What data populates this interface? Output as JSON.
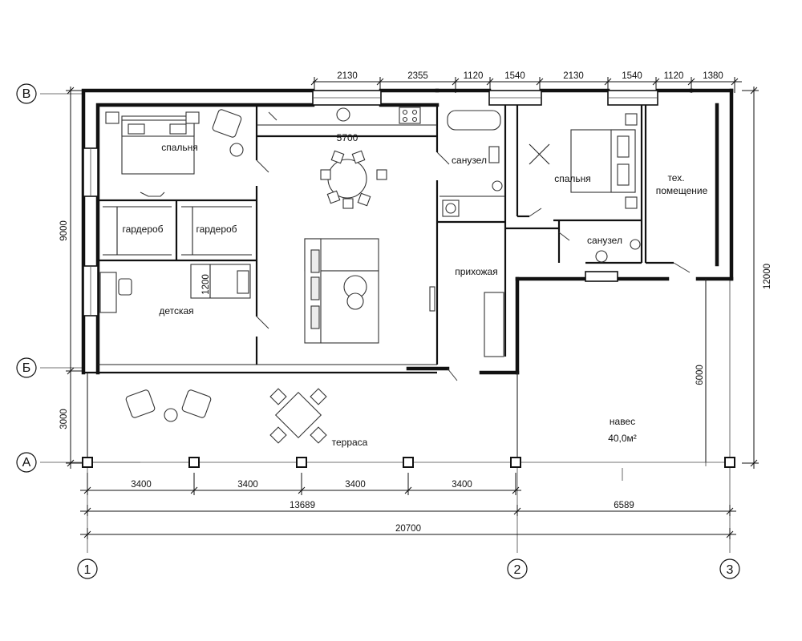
{
  "axes": {
    "rows": [
      "В",
      "Б",
      "А"
    ],
    "cols": [
      "1",
      "2",
      "3"
    ]
  },
  "rooms": {
    "bedroom_left": "спальня",
    "wardrobe_1": "гардероб",
    "wardrobe_2": "гардероб",
    "nursery": "детская",
    "living_width": "5700",
    "bathroom_1": "санузел",
    "bedroom_right": "спальня",
    "tech_room_1": "тех.",
    "tech_room_2": "помещение",
    "hall": "прихожая",
    "bathroom_2": "санузел",
    "terrace": "терраса",
    "canopy": "навес",
    "canopy_area": "40,0м²",
    "nursery_desk": "1200"
  },
  "dims_top": [
    "2130",
    "2355",
    "1120",
    "1540",
    "2130",
    "1540",
    "1120",
    "1380"
  ],
  "dims_bottom_1": [
    "3400",
    "3400",
    "3400",
    "3400"
  ],
  "dims_bottom_2": [
    "13689",
    "6589"
  ],
  "dims_bottom_3": "20700",
  "dims_left": [
    "9000",
    "3000"
  ],
  "dims_right": [
    "12000",
    "6000"
  ]
}
